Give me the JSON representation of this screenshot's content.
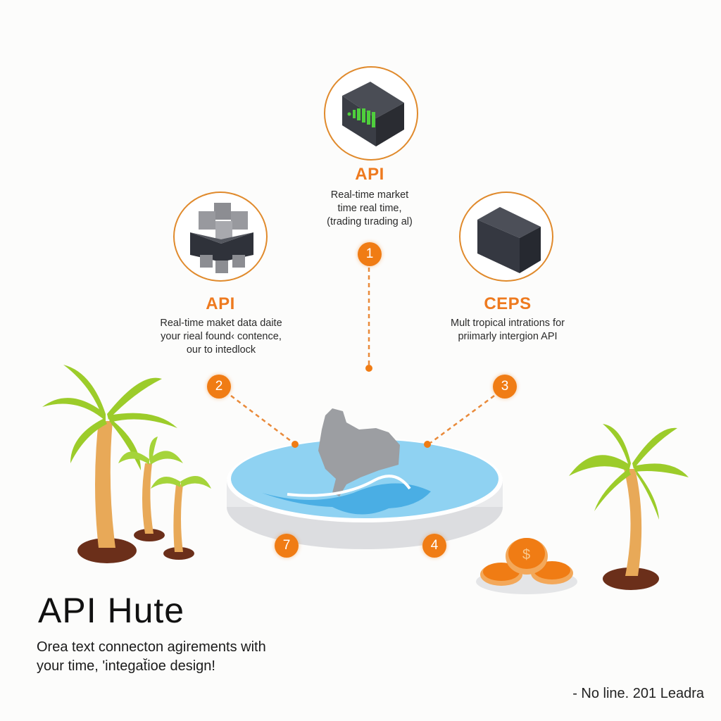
{
  "colors": {
    "accent": "#f07c14",
    "ring": "#e08a2c",
    "water": "#8fd2f2",
    "land": "#9c9ea2",
    "palm_leaf": "#9ccc2a",
    "trunk": "#e8a958",
    "soil": "#6b2f1a"
  },
  "cards": [
    {
      "id": "top",
      "icon": "server-box-icon",
      "title": "API",
      "desc_lines": [
        "Real-time market",
        "time real time,",
        "(trading tırading al)"
      ]
    },
    {
      "id": "left",
      "icon": "cube-cluster-icon",
      "title": "API",
      "desc_lines": [
        "Real-time maket data daite",
        "your rieal found‹ contence,",
        "our to intedlock"
      ]
    },
    {
      "id": "right",
      "icon": "dark-box-icon",
      "title": "CEPS",
      "desc_lines": [
        "Mult tropical intrations for",
        "priimarly intergion API"
      ]
    }
  ],
  "badges": [
    "1",
    "2",
    "3",
    "7",
    "4"
  ],
  "hero": {
    "title": "API Hute",
    "subtitle_lines": [
      "Orea text connecton agirements with",
      "your time, 'integat̆ioe design!"
    ]
  },
  "footer": {
    "text": "- No line. 201 Leadra"
  }
}
